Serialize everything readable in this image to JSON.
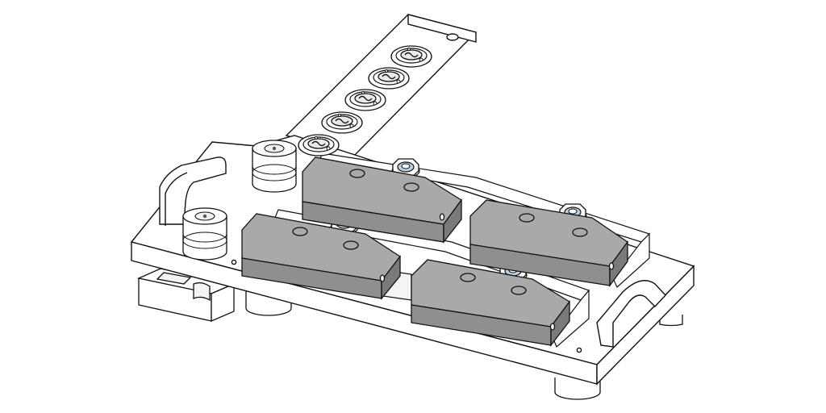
{
  "figure": {
    "style": "line-art technical illustration",
    "colors": {
      "background": "#ffffff",
      "line": "#111111",
      "plate": "#ffffff",
      "block_top": "#a9a9a9",
      "block_front": "#8f8f8f",
      "block_end": "#7a7a7a",
      "shadow": "#e8e8e8",
      "hole": "#6a6a6a",
      "washer": "#b9cfe3"
    },
    "components": {
      "gray_blocks": 4,
      "cylinder_posts": 2,
      "rail_bolts": 5,
      "block_bolts": 4,
      "feet": 4
    }
  }
}
